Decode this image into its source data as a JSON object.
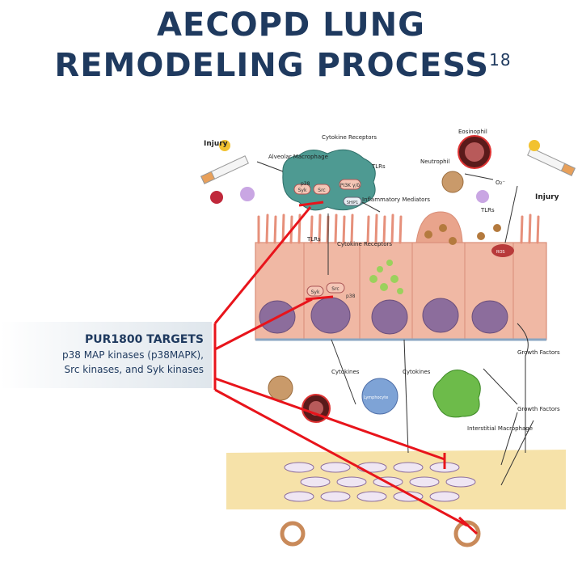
{
  "header": {
    "title_line1": "AECOPD LUNG",
    "title_line2": "REMODELING PROCESS",
    "title_ref": "18"
  },
  "targets_box": {
    "heading": "PUR1800 TARGETS",
    "line1": "p38 MAP kinases (p38MAPK),",
    "line2": "Src kinases, and Syk kinases"
  },
  "labels": {
    "injury_left": "Injury",
    "injury_right": "Injury",
    "alveolar_macrophage": "Alveolar Macrophage",
    "cytokine_receptors_top": "Cytokine Receptors",
    "tlrs_top": "TLRs",
    "syk": "Syk",
    "src": "Src",
    "p38": "p38",
    "pi3k": "PI3K γ/δ",
    "ship1": "SHIP1",
    "inflammatory_mediators": "Inflammatory Mediators",
    "eosinophil": "Eosinophil",
    "neutrophil": "Neutrophil",
    "o2": "O₂⁻",
    "tlrs_right": "TLRs",
    "ros": "ROS",
    "tlrs_cell": "TLRs",
    "cytokine_receptors_cell": "Cytokine Receptors",
    "growth_factors_1": "Growth Factors",
    "growth_factors_2": "Growth Factors",
    "cytokines_1": "Cytokines",
    "cytokines_2": "Cytokines",
    "lymphocyte": "Lymphocyte",
    "interstitial_macrophage": "Interstitial Macrophage"
  },
  "colors": {
    "title": "#1f3a5f",
    "pointer_lines": "#e8141b",
    "epithelium": "#f0b8a4",
    "nucleus": "#8c6d9c",
    "macrophage": "#4e9a92",
    "smooth_muscle": "#f4dd9a",
    "green_macrophage": "#6dbb4a"
  }
}
